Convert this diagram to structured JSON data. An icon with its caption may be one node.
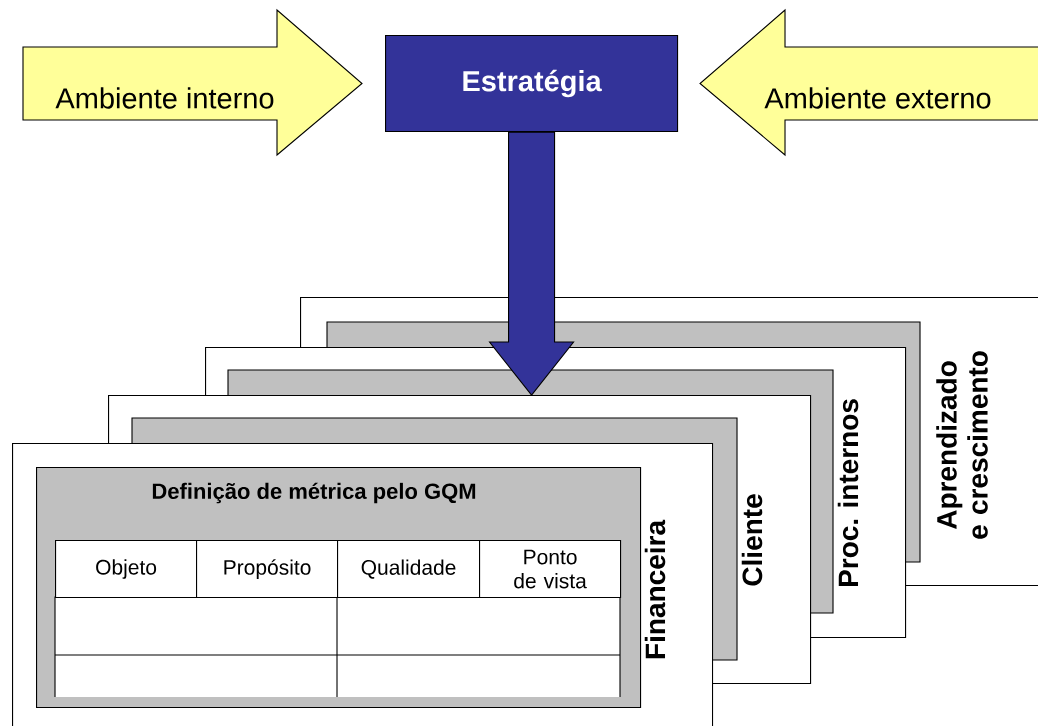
{
  "diagram": {
    "nodes": [
      {
        "text": [
          "Ambiente interno"
        ]
      },
      {
        "text": [
          "Estratégia"
        ]
      },
      {
        "text": [
          "Ambiente externo"
        ]
      },
      {
        "text": [
          "Aprendizado e crescimento"
        ]
      },
      {
        "text": [
          "Proc. internos"
        ]
      },
      {
        "text": [
          "Cliente"
        ]
      },
      {
        "text": [
          "Financeira"
        ]
      },
      {
        "text": [
          "Definição de métrica pelo GQM"
        ],
        "in": 6
      }
    ],
    "edges": [
      {
        "from": 1,
        "to": 5,
        "arrow": "to",
        "style": "thick",
        "color": "#333399"
      }
    ],
    "labels": [
      "Objeto",
      "Propósito",
      "Qualidade",
      "Ponto de vista"
    ]
  }
}
